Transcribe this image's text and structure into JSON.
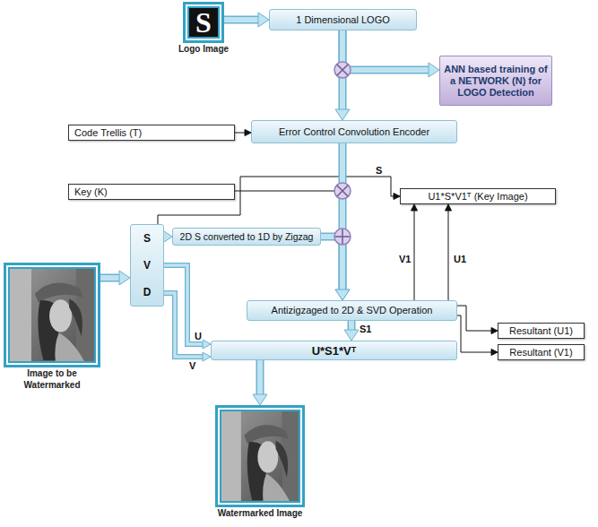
{
  "diagram": {
    "nodes": [
      {
        "text": [
          "S",
          "Logo Image"
        ]
      },
      {
        "text": [
          "1 Dimensional LOGO"
        ]
      },
      {
        "text": [
          "ANN based training of a NETWORK (N) for LOGO Detection"
        ]
      },
      {
        "text": [
          "Code Trellis (T)"
        ]
      },
      {
        "text": [
          "Error Control Convolution Encoder"
        ]
      },
      {
        "text": [
          "Key (K)"
        ]
      },
      {
        "text": [
          "U1*S*V1ᵀ (Key Image)"
        ]
      },
      {
        "text": [
          "S",
          "V",
          "D"
        ]
      },
      {
        "text": [
          "2D S converted to 1D by Zigzag"
        ]
      },
      {
        "text": [
          "Image to be Watermarked"
        ]
      },
      {
        "text": [
          "Antizigzaged to 2D & SVD Operation"
        ]
      },
      {
        "text": [
          "Resultant (U1)"
        ]
      },
      {
        "text": [
          "Resultant (V1)"
        ]
      },
      {
        "text": [
          "U*S1*Vᵀ"
        ]
      },
      {
        "text": [
          "Watermarked Image"
        ]
      }
    ],
    "edges": [
      {
        "from": 0,
        "to": 1,
        "arrow": "to"
      },
      {
        "from": 1,
        "to": 2,
        "arrow": "to"
      },
      {
        "from": 1,
        "to": 4,
        "arrow": "to"
      },
      {
        "from": 3,
        "to": 4,
        "arrow": "to"
      },
      {
        "from": 4,
        "to": 10,
        "arrow": "to"
      },
      {
        "from": 5,
        "to": 10,
        "arrow": "to"
      },
      {
        "from": 8,
        "to": 10,
        "arrow": "to"
      },
      {
        "from": 7,
        "to": 8,
        "arrow": "to"
      },
      {
        "from": 7,
        "to": 6,
        "label": "S",
        "arrow": "to"
      },
      {
        "from": 9,
        "to": 7,
        "arrow": "to"
      },
      {
        "from": 10,
        "to": 6,
        "label": "V1",
        "arrow": "to"
      },
      {
        "from": 10,
        "to": 6,
        "label": "U1",
        "arrow": "to"
      },
      {
        "from": 10,
        "to": 11,
        "arrow": "to"
      },
      {
        "from": 10,
        "to": 12,
        "arrow": "to"
      },
      {
        "from": 10,
        "to": 13,
        "label": "S1",
        "arrow": "to"
      },
      {
        "from": 7,
        "to": 13,
        "label": "U",
        "arrow": "to"
      },
      {
        "from": 7,
        "to": 13,
        "label": "V",
        "arrow": "to"
      },
      {
        "from": 13,
        "to": 14,
        "arrow": "to"
      }
    ]
  }
}
